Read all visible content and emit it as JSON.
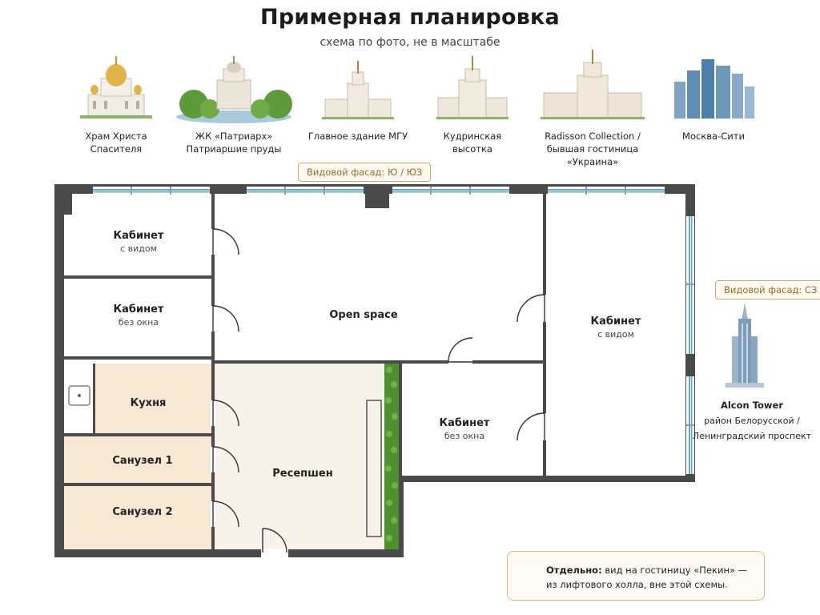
{
  "title": "Примерная планировка",
  "subtitle": "схема по фото, не в масштабе",
  "landmarks": [
    {
      "line1": "Храм Христа",
      "line2": "Спасителя"
    },
    {
      "line1": "ЖК «Патриарх»",
      "line2": "Патриаршие пруды"
    },
    {
      "line1": "Главное здание МГУ",
      "line2": ""
    },
    {
      "line1": "Кудринская",
      "line2": "высотка"
    },
    {
      "line1": "Radisson Collection /",
      "line2": "бывшая гостиница «Украина»"
    },
    {
      "line1": "Москва-Сити",
      "line2": ""
    }
  ],
  "facade_south": "Видовой фасад: Ю / ЮЗ",
  "facade_nw": "Видовой фасад: СЗ",
  "rooms": {
    "office_view_top": {
      "name": "Кабинет",
      "sub": "с видом"
    },
    "office_nowindow_left": {
      "name": "Кабинет",
      "sub": "без окна"
    },
    "open_space": {
      "name": "Open space"
    },
    "office_view_right": {
      "name": "Кабинет",
      "sub": "с видом"
    },
    "kitchen": {
      "name": "Кухня"
    },
    "wc1": {
      "name": "Санузел 1"
    },
    "wc2": {
      "name": "Санузел 2"
    },
    "reception": {
      "name": "Ресепшен"
    },
    "office_nowindow_mid": {
      "name": "Кабинет",
      "sub": "без окна"
    }
  },
  "tower": {
    "name": "Alcon Tower",
    "line2": "район Белорусской /",
    "line3": "Ленинградский проспект"
  },
  "note": {
    "bold": "Отдельно:",
    "line1": " вид на гостиницу «Пекин» —",
    "line2": "из лифтового холла, вне этой схемы."
  },
  "colors": {
    "accent": "#9a6a24",
    "wall": "#4a4a4a",
    "wet_room": "#f6e8d3",
    "window": "#5aa9d6",
    "greenery": "#4f8f2f"
  }
}
